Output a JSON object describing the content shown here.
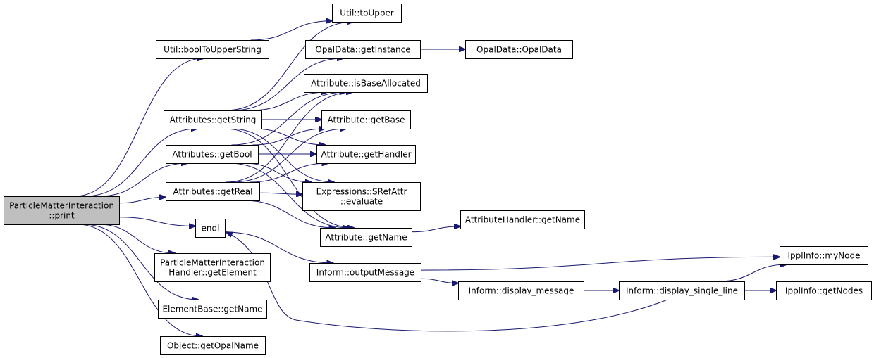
{
  "graph": {
    "nodes": [
      {
        "id": "pmi_print",
        "lines": [
          "ParticleMatterInteraction",
          "::print"
        ],
        "root": true
      },
      {
        "id": "util_booltoupperstring",
        "lines": [
          "Util::boolToUpperString"
        ]
      },
      {
        "id": "util_toupper",
        "lines": [
          "Util::toUpper"
        ]
      },
      {
        "id": "attrs_getstring",
        "lines": [
          "Attributes::getString"
        ]
      },
      {
        "id": "attrs_getbool",
        "lines": [
          "Attributes::getBool"
        ]
      },
      {
        "id": "attrs_getreal",
        "lines": [
          "Attributes::getReal"
        ]
      },
      {
        "id": "endl",
        "lines": [
          "endl"
        ]
      },
      {
        "id": "pmih_getelement",
        "lines": [
          "ParticleMatterInteraction",
          "Handler::getElement"
        ]
      },
      {
        "id": "elementbase_getname",
        "lines": [
          "ElementBase::getName"
        ]
      },
      {
        "id": "object_getopalname",
        "lines": [
          "Object::getOpalName"
        ]
      },
      {
        "id": "opaldata_getinstance",
        "lines": [
          "OpalData::getInstance"
        ]
      },
      {
        "id": "opaldata_opaldata",
        "lines": [
          "OpalData::OpalData"
        ]
      },
      {
        "id": "attr_isbaseallocated",
        "lines": [
          "Attribute::isBaseAllocated"
        ]
      },
      {
        "id": "attr_getbase",
        "lines": [
          "Attribute::getBase"
        ]
      },
      {
        "id": "attr_gethandler",
        "lines": [
          "Attribute::getHandler"
        ]
      },
      {
        "id": "expr_srefattr_evaluate",
        "lines": [
          "Expressions::SRefAttr",
          "::evaluate"
        ]
      },
      {
        "id": "attr_getname",
        "lines": [
          "Attribute::getName"
        ]
      },
      {
        "id": "attrhandler_getname",
        "lines": [
          "AttributeHandler::getName"
        ]
      },
      {
        "id": "inform_outputmessage",
        "lines": [
          "Inform::outputMessage"
        ]
      },
      {
        "id": "inform_display_message",
        "lines": [
          "Inform::display_message"
        ]
      },
      {
        "id": "inform_display_single_line",
        "lines": [
          "Inform::display_single_line"
        ]
      },
      {
        "id": "ipplinfo_mynode",
        "lines": [
          "IpplInfo::myNode"
        ]
      },
      {
        "id": "ipplinfo_getnodes",
        "lines": [
          "IpplInfo::getNodes"
        ]
      }
    ],
    "edges": [
      {
        "from": "pmi_print",
        "to": "util_booltoupperstring"
      },
      {
        "from": "pmi_print",
        "to": "attrs_getstring"
      },
      {
        "from": "pmi_print",
        "to": "attrs_getbool"
      },
      {
        "from": "pmi_print",
        "to": "attrs_getreal"
      },
      {
        "from": "pmi_print",
        "to": "endl"
      },
      {
        "from": "pmi_print",
        "to": "pmih_getelement"
      },
      {
        "from": "pmi_print",
        "to": "elementbase_getname"
      },
      {
        "from": "pmi_print",
        "to": "object_getopalname"
      },
      {
        "from": "util_booltoupperstring",
        "to": "util_toupper"
      },
      {
        "from": "attrs_getstring",
        "to": "util_toupper"
      },
      {
        "from": "attrs_getstring",
        "to": "opaldata_getinstance"
      },
      {
        "from": "attrs_getstring",
        "to": "attr_isbaseallocated"
      },
      {
        "from": "attrs_getstring",
        "to": "attr_getbase"
      },
      {
        "from": "attrs_getstring",
        "to": "attr_gethandler"
      },
      {
        "from": "attrs_getstring",
        "to": "expr_srefattr_evaluate"
      },
      {
        "from": "attrs_getstring",
        "to": "attr_getname"
      },
      {
        "from": "attrs_getbool",
        "to": "attr_isbaseallocated"
      },
      {
        "from": "attrs_getbool",
        "to": "attr_getbase"
      },
      {
        "from": "attrs_getbool",
        "to": "attr_gethandler"
      },
      {
        "from": "attrs_getbool",
        "to": "expr_srefattr_evaluate"
      },
      {
        "from": "attrs_getbool",
        "to": "attr_getname"
      },
      {
        "from": "attrs_getreal",
        "to": "attr_isbaseallocated"
      },
      {
        "from": "attrs_getreal",
        "to": "attr_getbase"
      },
      {
        "from": "attrs_getreal",
        "to": "attr_gethandler"
      },
      {
        "from": "attrs_getreal",
        "to": "expr_srefattr_evaluate"
      },
      {
        "from": "attrs_getreal",
        "to": "attr_getname"
      },
      {
        "from": "opaldata_getinstance",
        "to": "opaldata_opaldata"
      },
      {
        "from": "attr_getname",
        "to": "attrhandler_getname"
      },
      {
        "from": "endl",
        "to": "inform_outputmessage"
      },
      {
        "from": "inform_outputmessage",
        "to": "inform_display_message"
      },
      {
        "from": "inform_outputmessage",
        "to": "ipplinfo_mynode"
      },
      {
        "from": "inform_display_message",
        "to": "inform_display_single_line"
      },
      {
        "from": "inform_display_single_line",
        "to": "ipplinfo_mynode"
      },
      {
        "from": "inform_display_single_line",
        "to": "ipplinfo_getnodes"
      },
      {
        "from": "inform_display_single_line",
        "to": "endl"
      }
    ],
    "colors": {
      "edge": "#191970",
      "root_fill": "#bfbfbf",
      "node_fill": "#ffffff",
      "node_border": "#000000"
    }
  }
}
